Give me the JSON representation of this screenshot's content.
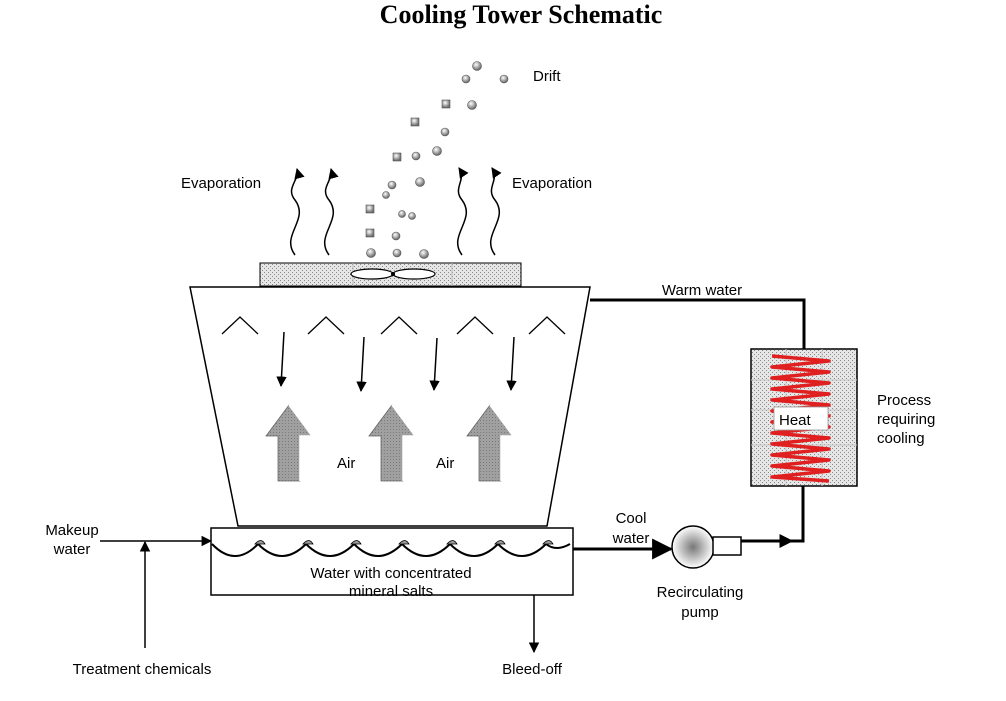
{
  "title": "Cooling Tower Schematic",
  "labels": {
    "drift": "Drift",
    "evaporation_left": "Evaporation",
    "evaporation_right": "Evaporation",
    "warm_water": "Warm water",
    "process_line1": "Process",
    "process_line2": "requiring",
    "process_line3": "cooling",
    "heat": "Heat",
    "air_left": "Air",
    "air_right": "Air",
    "makeup_line1": "Makeup",
    "makeup_line2": "water",
    "cool_line1": "Cool",
    "cool_line2": "water",
    "basin_line1": "Water with concentrated",
    "basin_line2": "mineral salts",
    "pump_line1": "Recirculating",
    "pump_line2": "pump",
    "treatment": "Treatment chemicals",
    "bleed_off": "Bleed-off"
  },
  "colors": {
    "line": "#000000",
    "coil": "#e02020",
    "air_arrow": "#9a9a9a",
    "stipple_bg": "#e6e6e6"
  }
}
